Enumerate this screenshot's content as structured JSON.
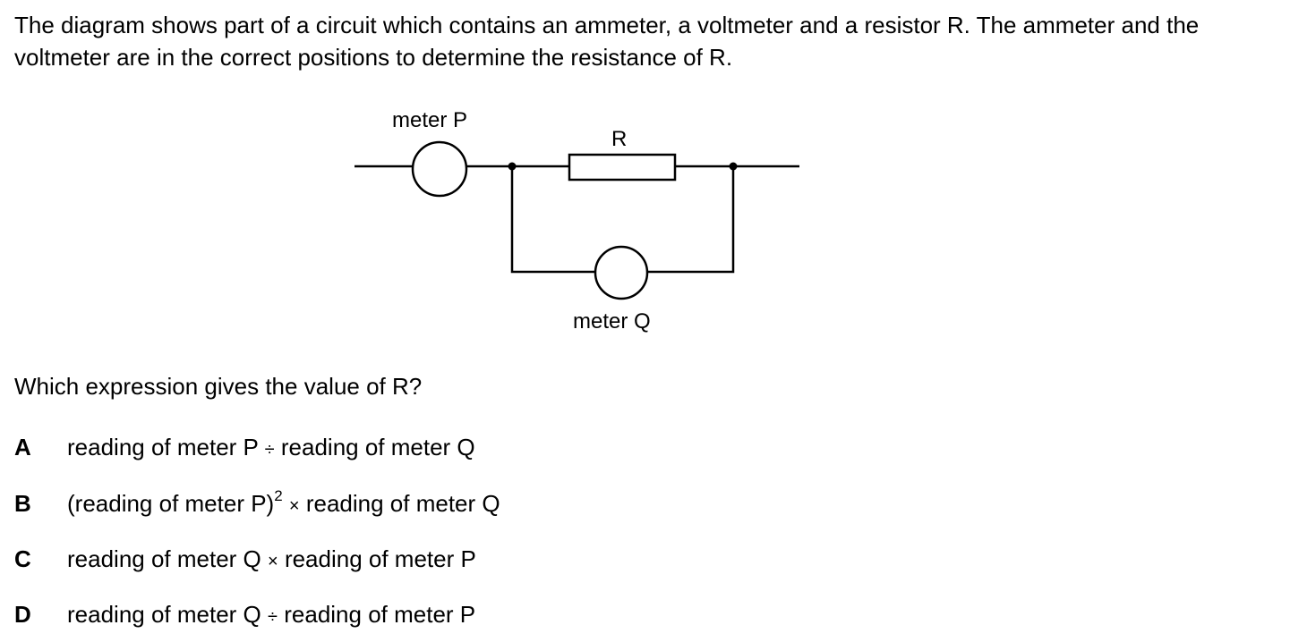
{
  "intro_text": "The diagram shows part of a circuit which contains an ammeter, a voltmeter and a resistor R. The ammeter and the voltmeter are in the correct positions to determine the resistance of R.",
  "diagram": {
    "meter_p_label": "meter P",
    "meter_q_label": "meter Q",
    "resistor_label": "R"
  },
  "question_text": "Which expression gives the value of R?",
  "options": [
    {
      "letter": "A",
      "part1": "reading of meter P",
      "op": "÷",
      "part2": "reading of meter Q"
    },
    {
      "letter": "B",
      "part1": "(reading of meter P)",
      "sup": "2",
      "op": "×",
      "part2": "reading of meter Q"
    },
    {
      "letter": "C",
      "part1": "reading of meter Q",
      "op": "×",
      "part2": "reading of meter P"
    },
    {
      "letter": "D",
      "part1": "reading of meter Q",
      "op": "÷",
      "part2": "reading of meter P"
    }
  ]
}
